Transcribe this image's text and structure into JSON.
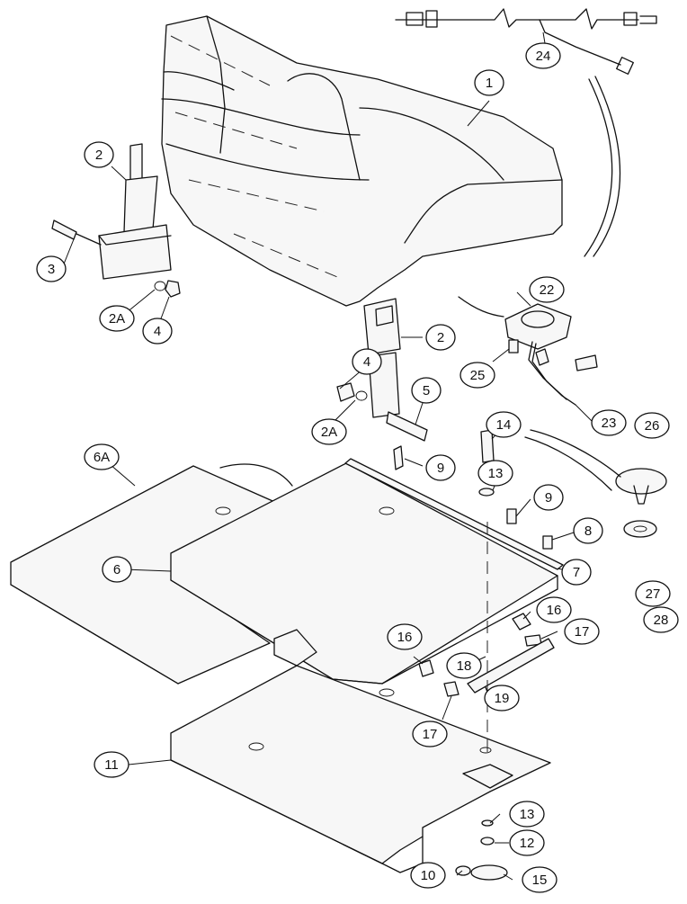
{
  "callouts": [
    {
      "id": "c1",
      "label": "1"
    },
    {
      "id": "c2a",
      "label": "2"
    },
    {
      "id": "c2b",
      "label": "2"
    },
    {
      "id": "c2Aa",
      "label": "2A"
    },
    {
      "id": "c2Ab",
      "label": "2A"
    },
    {
      "id": "c3",
      "label": "3"
    },
    {
      "id": "c4a",
      "label": "4"
    },
    {
      "id": "c4b",
      "label": "4"
    },
    {
      "id": "c5",
      "label": "5"
    },
    {
      "id": "c6",
      "label": "6"
    },
    {
      "id": "c6A",
      "label": "6A"
    },
    {
      "id": "c7",
      "label": "7"
    },
    {
      "id": "c8",
      "label": "8"
    },
    {
      "id": "c9a",
      "label": "9"
    },
    {
      "id": "c9b",
      "label": "9"
    },
    {
      "id": "c10",
      "label": "10"
    },
    {
      "id": "c11",
      "label": "11"
    },
    {
      "id": "c12",
      "label": "12"
    },
    {
      "id": "c13a",
      "label": "13"
    },
    {
      "id": "c13b",
      "label": "13"
    },
    {
      "id": "c14",
      "label": "14"
    },
    {
      "id": "c15",
      "label": "15"
    },
    {
      "id": "c16a",
      "label": "16"
    },
    {
      "id": "c16b",
      "label": "16"
    },
    {
      "id": "c17a",
      "label": "17"
    },
    {
      "id": "c17b",
      "label": "17"
    },
    {
      "id": "c18",
      "label": "18"
    },
    {
      "id": "c19",
      "label": "19"
    },
    {
      "id": "c22",
      "label": "22"
    },
    {
      "id": "c23",
      "label": "23"
    },
    {
      "id": "c24",
      "label": "24"
    },
    {
      "id": "c25",
      "label": "25"
    },
    {
      "id": "c26",
      "label": "26"
    },
    {
      "id": "c27",
      "label": "27"
    },
    {
      "id": "c28",
      "label": "28"
    }
  ]
}
